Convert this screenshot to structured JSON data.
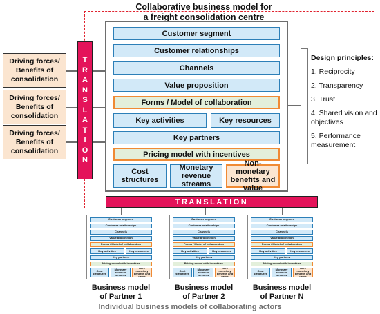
{
  "title_line1": "Collaborative business model for",
  "title_line2": "a freight consolidation centre",
  "blocks": {
    "customer_segment": "Customer segment",
    "customer_relationships": "Customer relationships",
    "channels": "Channels",
    "value_proposition": "Value proposition",
    "forms_model": "Forms / Model of collaboration",
    "key_activities": "Key activities",
    "key_resources": "Key resources",
    "key_partners": "Key partners",
    "pricing_model": "Pricing model with incentives",
    "cost_structures": "Cost structures",
    "monetary_revenue_streams": "Monetary revenue streams",
    "non_monetary": "Non-monetary benefits and value"
  },
  "drivers": [
    "Driving forces/ Benefits of consolidation",
    "Driving forces/ Benefits of consolidation",
    "Driving forces/ Benefits of consolidation"
  ],
  "translation_letters": [
    "T",
    "R",
    "A",
    "N",
    "S",
    "L",
    "A",
    "T",
    "I",
    "O",
    "N"
  ],
  "translation_horizontal": "TRANSLATION",
  "design_principles": {
    "heading": "Design principles:",
    "items": [
      "1. Reciprocity",
      "2. Transparency",
      "3. Trust",
      "4. Shared vision and objectives",
      "5. Performance measurement"
    ]
  },
  "partners": [
    {
      "line1": "Business model",
      "line2": "of Partner 1"
    },
    {
      "line1": "Business model",
      "line2": "of Partner 2"
    },
    {
      "line1": "Business model",
      "line2": "of Partner N"
    }
  ],
  "footer": "Individual business models of collaborating actors",
  "colors": {
    "accent_red": "#e4135a",
    "dashed_red": "#e0222e",
    "block_blue": "#d2e9f8",
    "block_border_blue": "#2c7fb8",
    "highlight_green": "#e3efdb",
    "highlight_orange": "#f08a34",
    "driver_fill": "#fbe5d0"
  }
}
